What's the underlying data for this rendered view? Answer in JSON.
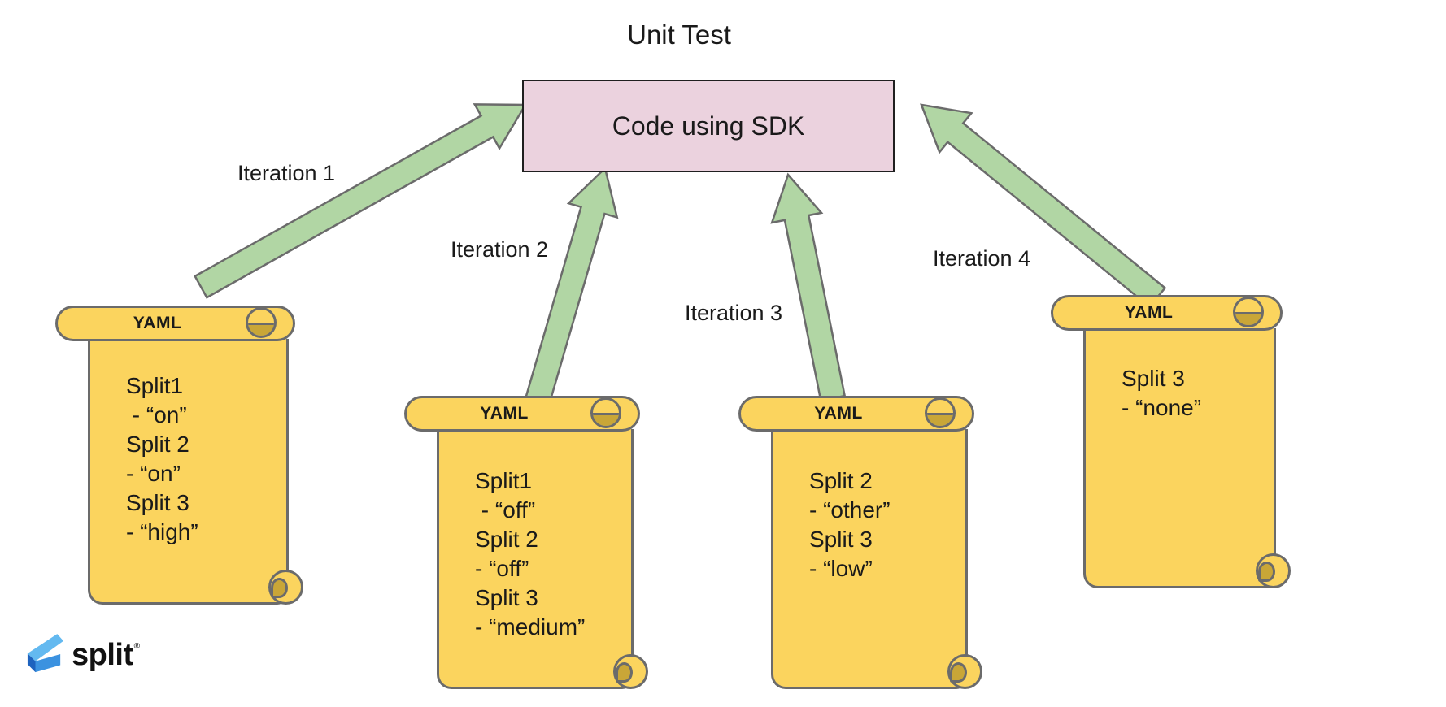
{
  "title": "Unit Test",
  "box": {
    "label": "Code using SDK"
  },
  "iterations": [
    "Iteration 1",
    "Iteration 2",
    "Iteration 3",
    "Iteration 4"
  ],
  "scrolls": [
    {
      "header": "YAML",
      "lines": [
        "Split1",
        " - “on”",
        "Split 2",
        "- “on”",
        "Split 3",
        "- “high”"
      ]
    },
    {
      "header": "YAML",
      "lines": [
        "Split1",
        " - “off”",
        "Split 2",
        "- “off”",
        "Split 3",
        "- “medium”"
      ]
    },
    {
      "header": "YAML",
      "lines": [
        "Split 2",
        "- “other”",
        "Split 3",
        "- “low”"
      ]
    },
    {
      "header": "YAML",
      "lines": [
        "Split 3",
        "- “none”"
      ]
    }
  ],
  "logo": {
    "text": "split",
    "registered_mark": "®"
  },
  "colors": {
    "yellow": "#fbd45e",
    "yellow_dark": "#c9a637",
    "green": "#b1d6a4",
    "pink": "#ebd2de",
    "edge": "#6b6b6b",
    "ink": "#1a1a1a"
  }
}
